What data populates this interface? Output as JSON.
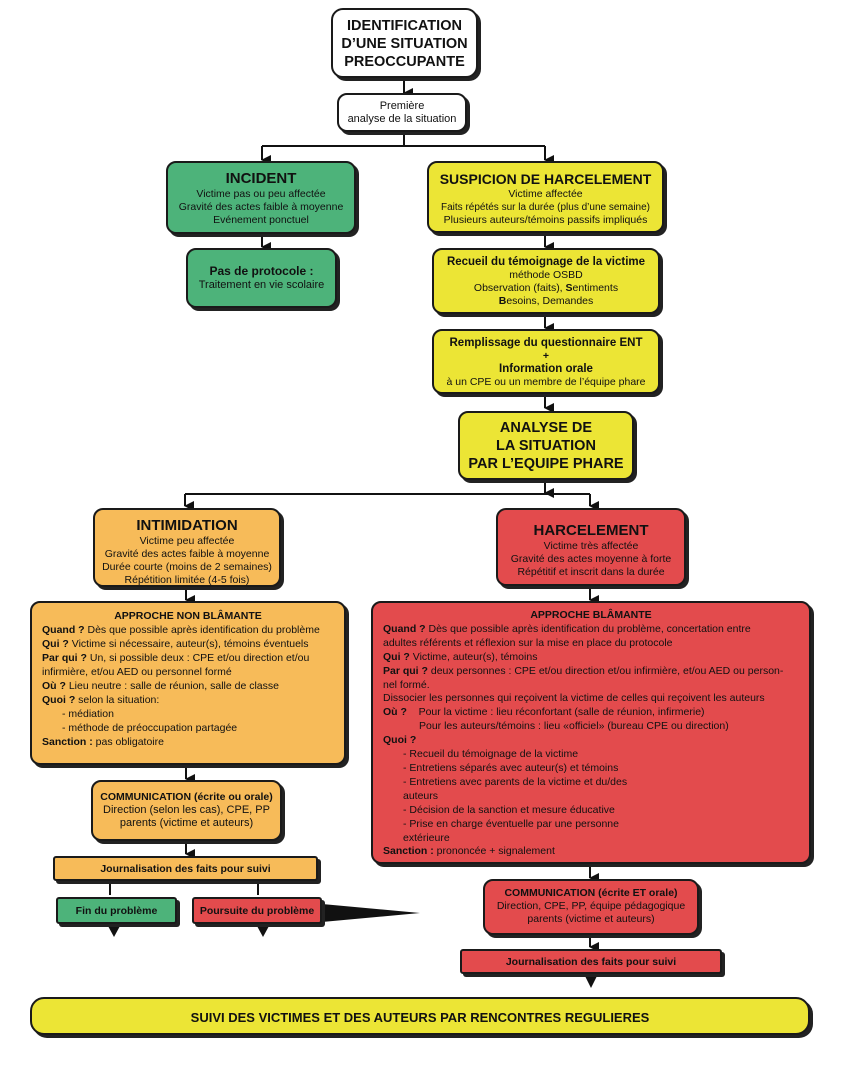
{
  "start": [
    "IDENTIFICATION",
    "D’UNE SITUATION",
    "PREOCCUPANTE"
  ],
  "first_analysis": [
    "Première",
    "analyse de la situation"
  ],
  "incident": {
    "title": "INCIDENT",
    "lines": [
      "Victime pas ou peu affectée",
      "Gravité des actes faible à moyenne",
      "Evénement ponctuel"
    ]
  },
  "no_protocol": {
    "title": "Pas de protocole :",
    "text": "Traitement en vie scolaire"
  },
  "suspicion": {
    "title": "SUSPICION DE HARCELEMENT",
    "lines": [
      "Victime affectée",
      "Faits répétés sur la durée (plus d’une semaine)",
      "Plusieurs auteurs/témoins passifs impliqués"
    ]
  },
  "recueil": {
    "title": "Recueil du témoignage de la victime",
    "method": "méthode OSBD",
    "l3a": "Observation (faits), ",
    "l3b": "S",
    "l3c": "entiments",
    "l4a": "B",
    "l4b": "esoins, Demandes"
  },
  "questionnaire": {
    "title": "Remplissage du questionnaire ENT",
    "plus": "+",
    "info": "Information orale",
    "text": "à un CPE ou un membre de l’équipe phare"
  },
  "analyse": [
    "ANALYSE DE",
    "LA SITUATION",
    "PAR L’EQUIPE PHARE"
  ],
  "intimidation": {
    "title": "INTIMIDATION",
    "lines": [
      "Victime peu affectée",
      "Gravité des actes faible à moyenne",
      "Durée courte (moins de 2 semaines)",
      "Répétition limitée (4-5 fois)"
    ]
  },
  "harcelement": {
    "title": "HARCELEMENT",
    "lines": [
      "Victime très affectée",
      "Gravité des actes moyenne à forte",
      "Répétitif et inscrit dans la durée"
    ]
  },
  "non_blamante": {
    "title": "APPROCHE NON BLÂMANTE",
    "quand_l": "Quand ?",
    "quand_t": " Dès que possible après identification du problème",
    "qui_l": "Qui ?",
    "qui_t": " Victime si nécessaire, auteur(s), témoins éventuels",
    "parqui_l": "Par qui ?",
    "parqui_t": " Un, si possible deux : CPE et/ou direction et/ou",
    "parqui_t2": "infirmière, et/ou AED ou personnel formé",
    "ou_l": "Où ?",
    "ou_t": " Lieu neutre : salle de réunion, salle de classe",
    "quoi_l": "Quoi ?",
    "quoi_t": " selon la situation:",
    "quoi_items": [
      "- médiation",
      "- méthode de préoccupation partagée"
    ],
    "sanction_l": "Sanction :",
    "sanction_t": " pas obligatoire"
  },
  "blamante": {
    "title": "APPROCHE BLÂMANTE",
    "quand_l": "Quand ?",
    "quand_t": " Dès que possible après identification du problème, concertation entre",
    "quand_t2": "adultes référents et réflexion sur la mise en place du protocole",
    "qui_l": "Qui ?",
    "qui_t": " Victime, auteur(s), témoins",
    "parqui_l": "Par qui ?",
    "parqui_t": " deux personnes : CPE et/ou direction et/ou infirmière, et/ou AED ou person-",
    "parqui_t2": "nel formé.",
    "dissocier": "Dissocier les personnes qui reçoivent la victime de celles qui reçoivent les auteurs",
    "ou_l": "Où ?",
    "ou_t": "    Pour la victime : lieu réconfortant (salle de réunion, infirmerie)",
    "ou_t2": "Pour les auteurs/témoins : lieu «officiel» (bureau CPE ou direction)",
    "quoi_l": "Quoi ?",
    "quoi_items": [
      "- Recueil du témoignage de la victime",
      "- Entretiens séparés avec auteur(s) et témoins",
      "- Entretiens avec parents de la victime et du/des",
      "auteurs",
      "- Décision de la sanction et mesure éducative",
      "- Prise en charge éventuelle par une personne",
      "extérieure"
    ],
    "sanction_l": "Sanction :",
    "sanction_t": " prononcée + signalement"
  },
  "comm_left": {
    "title": "COMMUNICATION (écrite ou orale)",
    "lines": [
      "Direction (selon les cas), CPE, PP",
      "parents (victime et auteurs)"
    ]
  },
  "comm_right": {
    "title": "COMMUNICATION (écrite ET orale)",
    "lines": [
      "Direction, CPE, PP, équipe pédagogique",
      "parents (victime et auteurs)"
    ]
  },
  "journal_left": "Journalisation des faits pour suivi",
  "journal_right": "Journalisation des faits pour suivi",
  "fin": "Fin du problème",
  "poursuite": "Poursuite du problème",
  "suivi": "SUIVI DES VICTIMES ET DES AUTEURS PAR RENCONTRES REGULIERES",
  "colors": {
    "green": "#4db37a",
    "yellow": "#ece535",
    "orange": "#f7bb59",
    "red": "#e34b4d"
  }
}
